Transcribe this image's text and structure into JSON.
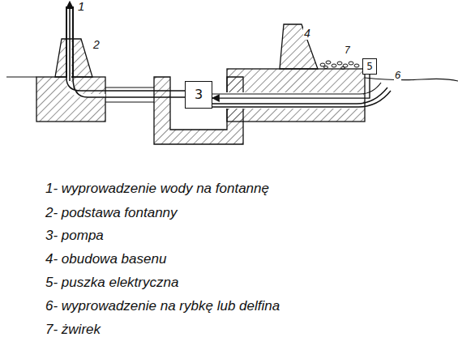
{
  "diagram": {
    "nodes": [
      {
        "text": [
          "3"
        ]
      },
      {
        "text": [
          "5"
        ]
      }
    ],
    "edges": [
      {
        "from": 1,
        "to": 0,
        "arrow": "to"
      }
    ],
    "labels": [
      "1",
      "2",
      "4",
      "6",
      "7",
      "1- wyprowadzenie wody na fontannę",
      "2- podstawa fontanny",
      "3- pompa",
      "4- obudowa basenu",
      "5- puszka elektryczna",
      "6- wyprowadzenie na rybkę lub delfina",
      "7- żwirek"
    ]
  }
}
